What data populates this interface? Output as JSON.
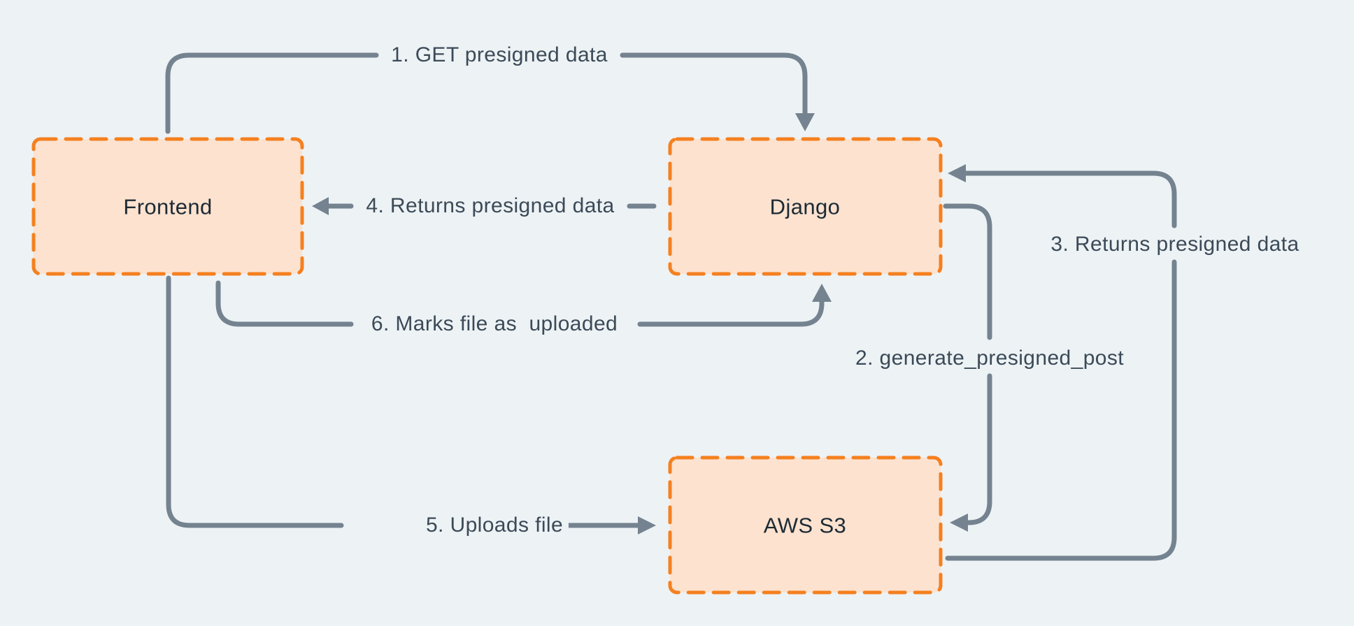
{
  "diagram": {
    "nodes": [
      {
        "id": "frontend",
        "label": "Frontend"
      },
      {
        "id": "django",
        "label": "Django"
      },
      {
        "id": "aws-s3",
        "label": "AWS S3"
      }
    ],
    "edges": [
      {
        "id": "1",
        "label": "1. GET presigned data",
        "from": "Frontend",
        "to": "Django"
      },
      {
        "id": "2",
        "label": "2. generate_presigned_post",
        "from": "Django",
        "to": "AWS S3"
      },
      {
        "id": "3",
        "label": "3. Returns presigned data",
        "from": "AWS S3",
        "to": "Django"
      },
      {
        "id": "4",
        "label": "4. Returns presigned data",
        "from": "Django",
        "to": "Frontend"
      },
      {
        "id": "5",
        "label": "5. Uploads file",
        "from": "Frontend",
        "to": "AWS S3"
      },
      {
        "id": "6",
        "label": "6. Marks file as  uploaded",
        "from": "Frontend",
        "to": "Django"
      }
    ],
    "colors": {
      "background": "#edf2f5",
      "node_fill": "#fce2cf",
      "node_border": "#f5801f",
      "edge_stroke": "#74838f",
      "edge_label_text": "#3b4a57",
      "node_label_text": "#1c2a35"
    }
  }
}
